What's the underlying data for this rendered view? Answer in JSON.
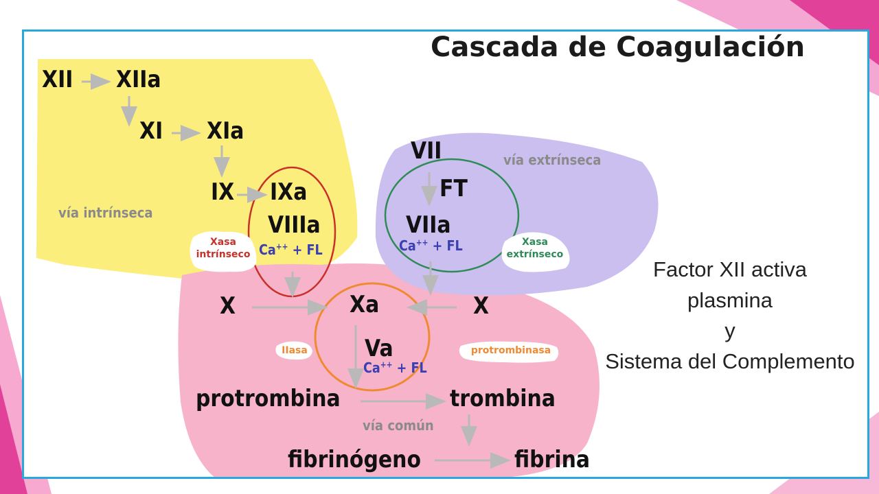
{
  "title": "Cascada de Coagulación",
  "nodes": {
    "xii": "XII",
    "xiia": "XIIa",
    "xi": "XI",
    "xia": "XIa",
    "ix": "IX",
    "ixa": "IXa",
    "viiia": "VIIIa",
    "vii": "VII",
    "ft": "FT",
    "viia": "VIIa",
    "x_left": "X",
    "xa": "Xa",
    "x_right": "X",
    "va": "Va",
    "protrombina": "protrombina",
    "trombina": "trombina",
    "fibrinogeno": "fibrinógeno",
    "fibrina": "fibrina"
  },
  "cofactors": {
    "base": "Ca",
    "sup": "++",
    "tail": " + FL"
  },
  "regions": {
    "intrinsic": "vía intrínseca",
    "extrinsic": "vía extrínseca",
    "common": "vía común"
  },
  "complexes": {
    "xasa_intr_line1": "Xasa",
    "xasa_intr_line2": "intrínseco",
    "xasa_extr_line1": "Xasa",
    "xasa_extr_line2": "extrínseco",
    "iiasa": "IIasa",
    "protrombinasa": "protrombinasa"
  },
  "note": {
    "line1": "Factor XII activa",
    "line2": "plasmina",
    "line3": "y",
    "line4": "Sistema del Complemento"
  },
  "colors": {
    "frame": "#27a9de",
    "intrinsic_region": "#fcee7c",
    "extrinsic_region": "#cbbff0",
    "common_region": "#f7b3ca",
    "circle_intrinsic": "#c8302a",
    "circle_extrinsic": "#2e8b57",
    "circle_common": "#f08a32",
    "cofactor_text": "#3b3fb0",
    "accent_magenta": "#e2419a"
  }
}
